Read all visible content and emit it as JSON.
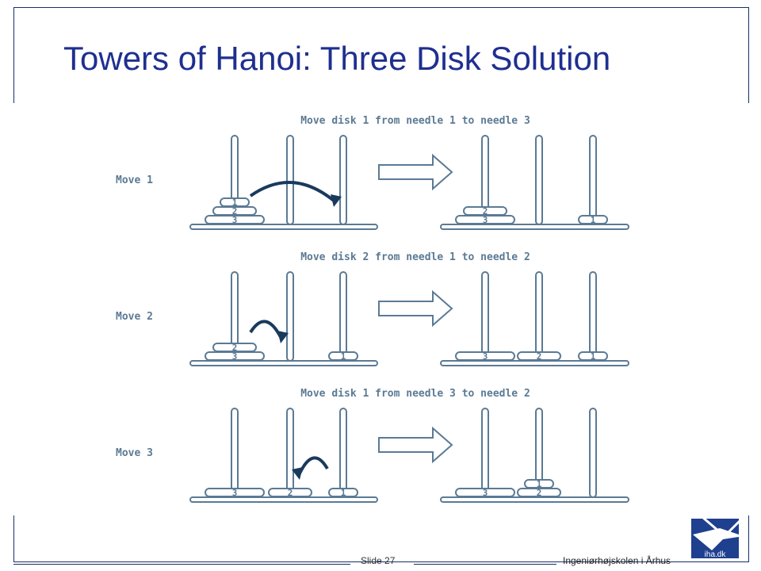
{
  "title": "Towers of Hanoi: Three Disk Solution",
  "rows": [
    {
      "move_label": "Move 1",
      "caption": "Move disk 1 from needle 1 to needle 3",
      "before": [
        [
          "1",
          "2",
          "3"
        ],
        [],
        []
      ],
      "after": [
        [
          "2",
          "3"
        ],
        [],
        [
          "1"
        ]
      ],
      "arrow_from": 1,
      "arrow_to": 3
    },
    {
      "move_label": "Move 2",
      "caption": "Move disk 2 from needle 1 to needle 2",
      "before": [
        [
          "2",
          "3"
        ],
        [],
        [
          "1"
        ]
      ],
      "after": [
        [
          "3"
        ],
        [
          "2"
        ],
        [
          "1"
        ]
      ],
      "arrow_from": 1,
      "arrow_to": 2
    },
    {
      "move_label": "Move 3",
      "caption": "Move disk 1 from needle 3 to needle 2",
      "before": [
        [
          "3"
        ],
        [
          "2"
        ],
        [
          "1"
        ]
      ],
      "after": [
        [
          "3"
        ],
        [
          "1",
          "2"
        ],
        []
      ],
      "arrow_from": 3,
      "arrow_to": 2
    }
  ],
  "footer": {
    "slide": "Slide 27",
    "school": "Ingeniørhøjskolen i Århus",
    "logo_text": "iha.dk"
  },
  "colors": {
    "title": "#1f2f8f",
    "line": "#5b7a94",
    "accent": "#1a3a5c"
  }
}
